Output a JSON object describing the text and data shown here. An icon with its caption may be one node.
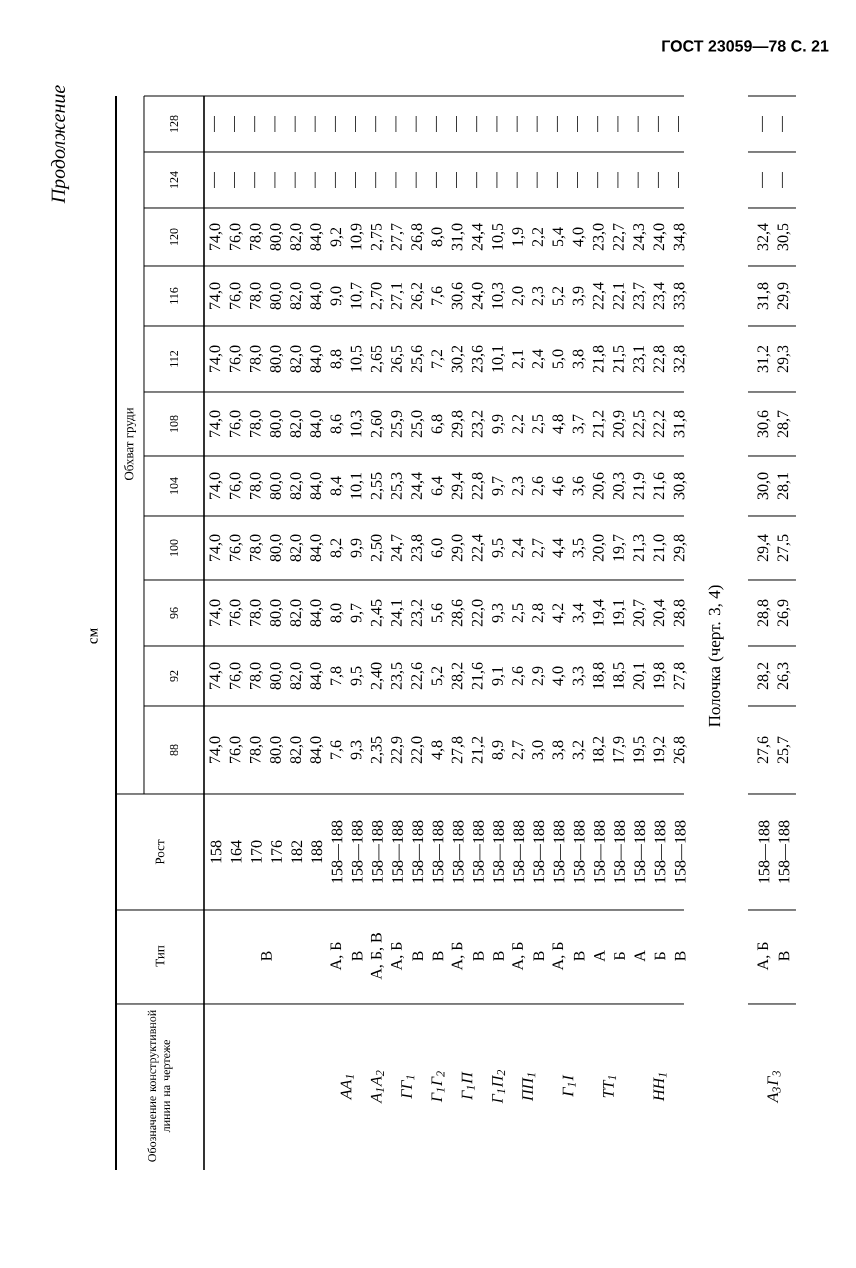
{
  "diagram": {
    "labels": [
      "ГОСТ 23059—78 С. 21",
      "Продолжение",
      "см",
      "Обозначение конструктивной линии на чертеже",
      "Тип",
      "Рост",
      "Обхват груди",
      "88",
      "92",
      "96",
      "100",
      "104",
      "108",
      "112",
      "116",
      "120",
      "124",
      "128",
      "В",
      "158",
      "74,0",
      "74,0",
      "74,0",
      "74,0",
      "74,0",
      "74,0",
      "74,0",
      "74,0",
      "74,0",
      "—",
      "—",
      "164",
      "76,0",
      "76,0",
      "76,0",
      "76,0",
      "76,0",
      "76,0",
      "76,0",
      "76,0",
      "76,0",
      "—",
      "—",
      "170",
      "78,0",
      "78,0",
      "78,0",
      "78,0",
      "78,0",
      "78,0",
      "78,0",
      "78,0",
      "78,0",
      "—",
      "—",
      "176",
      "80,0",
      "80,0",
      "80,0",
      "80,0",
      "80,0",
      "80,0",
      "80,0",
      "80,0",
      "80,0",
      "—",
      "—",
      "182",
      "82,0",
      "82,0",
      "82,0",
      "82,0",
      "82,0",
      "82,0",
      "82,0",
      "82,0",
      "82,0",
      "—",
      "—",
      "188",
      "84,0",
      "84,0",
      "84,0",
      "84,0",
      "84,0",
      "84,0",
      "84,0",
      "84,0",
      "84,0",
      "—",
      "—",
      "АА$_{1}$",
      "А, Б",
      "158—188",
      "7,6",
      "7,8",
      "8,0",
      "8,2",
      "8,4",
      "8,6",
      "8,8",
      "9,0",
      "9,2",
      "—",
      "—",
      "В",
      "158—188",
      "9,3",
      "9,5",
      "9,7",
      "9,9",
      "10,1",
      "10,3",
      "10,5",
      "10,7",
      "10,9",
      "—",
      "—",
      "А$_{1}$А$_{2}$",
      "А, Б, В",
      "158—188",
      "2,35",
      "2,40",
      "2,45",
      "2,50",
      "2,55",
      "2,60",
      "2,65",
      "2,70",
      "2,75",
      "—",
      "—",
      "ГГ$_{1}$",
      "А, Б",
      "158—188",
      "22,9",
      "23,5",
      "24,1",
      "24,7",
      "25,3",
      "25,9",
      "26,5",
      "27,1",
      "27,7",
      "—",
      "—",
      "В",
      "158—188",
      "22,0",
      "22,6",
      "23,2",
      "23,8",
      "24,4",
      "25,0",
      "25,6",
      "26,2",
      "26,8",
      "—",
      "—",
      "Г$_{1}$Г$_{2}$",
      "В",
      "158—188",
      "4,8",
      "5,2",
      "5,6",
      "6,0",
      "6,4",
      "6,8",
      "7,2",
      "7,6",
      "8,0",
      "—",
      "—",
      "Г$_{1}$П",
      "А, Б",
      "158—188",
      "27,8",
      "28,2",
      "28,6",
      "29,0",
      "29,4",
      "29,8",
      "30,2",
      "30,6",
      "31,0",
      "—",
      "—",
      "В",
      "158—188",
      "21,2",
      "21,6",
      "22,0",
      "22,4",
      "22,8",
      "23,2",
      "23,6",
      "24,0",
      "24,4",
      "—",
      "—",
      "Г$_{1}$П$_{2}$",
      "В",
      "158—188",
      "8,9",
      "9,1",
      "9,3",
      "9,5",
      "9,7",
      "9,9",
      "10,1",
      "10,3",
      "10,5",
      "—",
      "—",
      "ПП$_{1}$",
      "А, Б",
      "158—188",
      "2,7",
      "2,6",
      "2,5",
      "2,4",
      "2,3",
      "2,2",
      "2,1",
      "2,0",
      "1,9",
      "—",
      "—",
      "В",
      "158—188",
      "3,0",
      "2,9",
      "2,8",
      "2,7",
      "2,6",
      "2,5",
      "2,4",
      "2,3",
      "2,2",
      "—",
      "—",
      "Г$_{1}$I",
      "А, Б",
      "158—188",
      "3,8",
      "4,0",
      "4,2",
      "4,4",
      "4,6",
      "4,8",
      "5,0",
      "5,2",
      "5,4",
      "—",
      "—",
      "В",
      "158—188",
      "3,2",
      "3,3",
      "3,4",
      "3,5",
      "3,6",
      "3,7",
      "3,8",
      "3,9",
      "4,0",
      "—",
      "—",
      "ТТ$_{1}$",
      "А",
      "158—188",
      "18,2",
      "18,8",
      "19,4",
      "20,0",
      "20,6",
      "21,2",
      "21,8",
      "22,4",
      "23,0",
      "—",
      "—",
      "Б",
      "158—188",
      "17,9",
      "18,5",
      "19,1",
      "19,7",
      "20,3",
      "20,9",
      "21,5",
      "22,1",
      "22,7",
      "—",
      "—",
      "НН$_{1}$",
      "А",
      "158—188",
      "19,5",
      "20,1",
      "20,7",
      "21,3",
      "21,9",
      "22,5",
      "23,1",
      "23,7",
      "24,3",
      "—",
      "—",
      "Б",
      "158—188",
      "19,2",
      "19,8",
      "20,4",
      "21,0",
      "21,6",
      "22,2",
      "22,8",
      "23,4",
      "24,0",
      "—",
      "—",
      "В",
      "158—188",
      "26,8",
      "27,8",
      "28,8",
      "29,8",
      "30,8",
      "31,8",
      "32,8",
      "33,8",
      "34,8",
      "—",
      "—",
      "Полочка (черт. 3, 4)",
      "А$_{3}$Г$_{3}$",
      "А, Б",
      "158—188",
      "27,6",
      "28,2",
      "28,8",
      "29,4",
      "30,0",
      "30,6",
      "31,2",
      "31,8",
      "32,4",
      "—",
      "—",
      "В",
      "158—188",
      "25,7",
      "26,3",
      "26,9",
      "27,5",
      "28,1",
      "28,7",
      "29,3",
      "29,9",
      "30,5",
      "—",
      "—"
    ]
  }
}
